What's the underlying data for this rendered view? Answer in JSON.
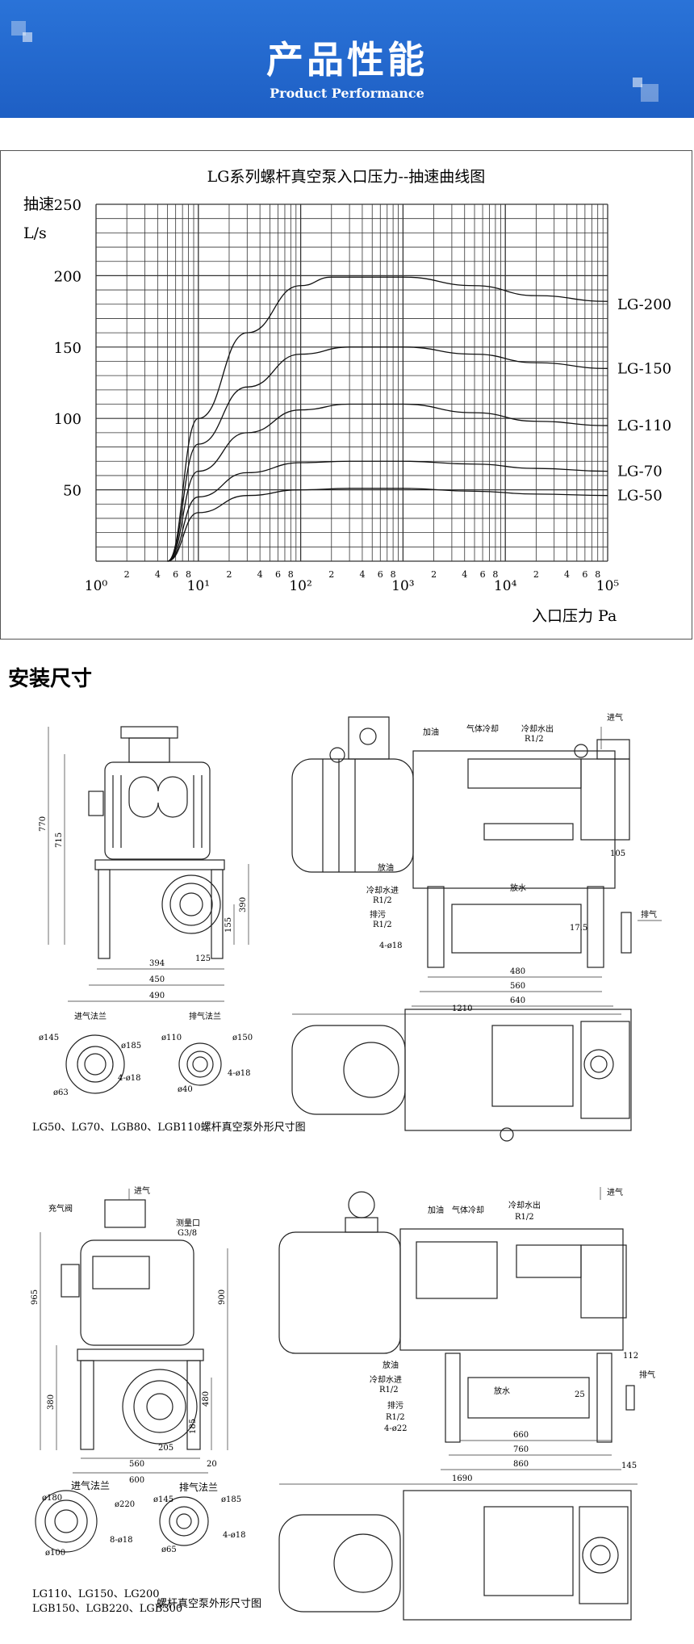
{
  "header": {
    "title": "产品性能",
    "subtitle": "Product Performance",
    "accent": "#1e63cc"
  },
  "chart_data": {
    "type": "line",
    "title": "LG系列螺杆真空泵入口压力--抽速曲线图",
    "ylabel": "抽速",
    "yunit": "L/s",
    "xlabel": "入口压力 Pa",
    "x_scale": "log",
    "xlim": [
      1,
      100000
    ],
    "ylim": [
      0,
      250
    ],
    "y_ticks": [
      50,
      100,
      150,
      200,
      250
    ],
    "x_decades": [
      "10⁰",
      "10¹",
      "10²",
      "10³",
      "10⁴",
      "10⁵"
    ],
    "x_minor_labels": [
      "2",
      "4",
      "6",
      "8"
    ],
    "grid": true,
    "series": [
      {
        "name": "LG-200",
        "x": [
          5,
          10,
          30,
          100,
          200,
          1000,
          5000,
          20000,
          100000
        ],
        "y": [
          0,
          100,
          160,
          193,
          199,
          199,
          193,
          186,
          182
        ]
      },
      {
        "name": "LG-150",
        "x": [
          5,
          10,
          30,
          100,
          300,
          1000,
          5000,
          20000,
          100000
        ],
        "y": [
          0,
          82,
          122,
          145,
          150,
          150,
          145,
          139,
          135
        ]
      },
      {
        "name": "LG-110",
        "x": [
          5,
          10,
          30,
          100,
          300,
          1000,
          5000,
          20000,
          100000
        ],
        "y": [
          0,
          63,
          90,
          106,
          110,
          110,
          104,
          98,
          95
        ]
      },
      {
        "name": "LG-70",
        "x": [
          5,
          10,
          30,
          100,
          300,
          1000,
          5000,
          20000,
          100000
        ],
        "y": [
          0,
          45,
          62,
          69,
          70,
          70,
          68,
          65,
          63
        ]
      },
      {
        "name": "LG-50",
        "x": [
          5,
          10,
          30,
          100,
          300,
          1000,
          5000,
          20000,
          100000
        ],
        "y": [
          0,
          34,
          46,
          50,
          51,
          51,
          49,
          47,
          46
        ]
      }
    ]
  },
  "install": {
    "title": "安装尺寸"
  },
  "drawing1": {
    "front_dims": [
      "770",
      "715",
      "390",
      "155",
      "125",
      "394",
      "450",
      "490"
    ],
    "side_labels": [
      "加油",
      "气体冷却",
      "冷却水出",
      "R1/2",
      "进气",
      "放油",
      "冷却水进",
      "R1/2",
      "排污",
      "R1/2",
      "放水",
      "排气",
      "4-ø18",
      "105",
      "17.5"
    ],
    "side_dims": [
      "480",
      "560",
      "640",
      "1210"
    ],
    "inlet_flange_title": "进气法兰",
    "inlet_flange_dims": [
      "ø145",
      "ø185",
      "4-ø18",
      "ø63"
    ],
    "exhaust_flange_title": "排气法兰",
    "exhaust_flange_dims": [
      "ø110",
      "ø150",
      "4-ø18",
      "ø40"
    ],
    "caption": "LG50、LG70、LGB80、LGB110螺杆真空泵外形尺寸图"
  },
  "drawing2": {
    "front_labels": [
      "进气",
      "充气阀",
      "测量口",
      "G3/8"
    ],
    "front_dims": [
      "965",
      "900",
      "380",
      "480",
      "185",
      "205",
      "560",
      "600",
      "20"
    ],
    "side_labels": [
      "加油",
      "气体冷却",
      "冷却水出",
      "R1/2",
      "进气",
      "放油",
      "冷却水进",
      "R1/2",
      "排污",
      "R1/2",
      "放水",
      "排气",
      "4-ø22",
      "112",
      "25"
    ],
    "side_dims": [
      "660",
      "760",
      "860",
      "1690",
      "145"
    ],
    "inlet_flange_title": "进气法兰",
    "inlet_flange_dims": [
      "ø180",
      "ø220",
      "8-ø18",
      "ø100"
    ],
    "exhaust_flange_title": "排气法兰",
    "exhaust_flange_dims": [
      "ø145",
      "ø185",
      "4-ø18",
      "ø65"
    ],
    "caption_line1": "LG110、LG150、LG200",
    "caption_line2": "LGB150、LGB220、LGB300",
    "caption_suffix": "螺杆真空泵外形尺寸图"
  }
}
